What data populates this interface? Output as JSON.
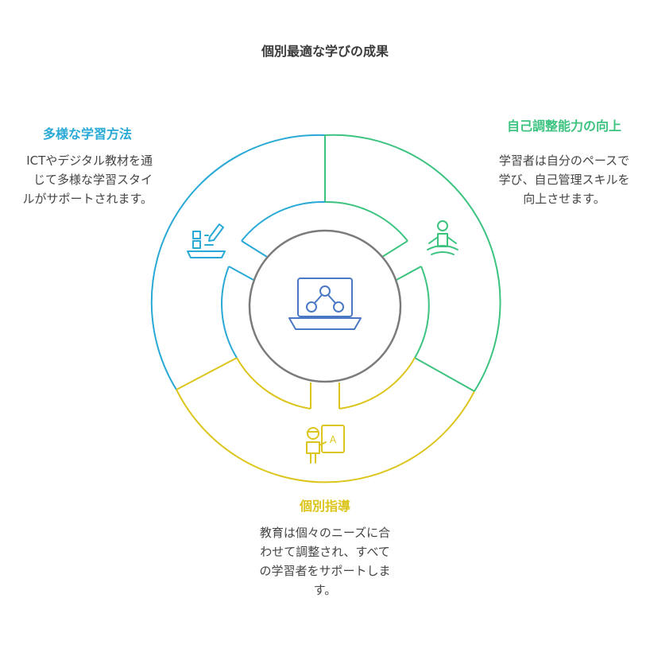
{
  "title": "個別最適な学びの成果",
  "colors": {
    "blue": "#29a9d6",
    "green": "#3cc37f",
    "yellow": "#dcc51c",
    "gray": "#7b7b7b",
    "center_icon": "#4a78c4"
  },
  "sections": {
    "diverse": {
      "label": "多様な学習方法",
      "desc": "ICTやデジタル教材を通じて多様な学習スタイルがサポートされます。",
      "icon": "writing-tablet-icon"
    },
    "selfreg": {
      "label": "自己調整能力の向上",
      "desc": "学習者は自分のペースで学び、自己管理スキルを向上させます。",
      "icon": "meditation-icon"
    },
    "individual": {
      "label": "個別指導",
      "desc": "教育は個々のニーズに合わせて調整され、すべての学習者をサポートします。",
      "icon": "teacher-board-icon"
    }
  },
  "center": {
    "icon": "laptop-network-icon"
  }
}
